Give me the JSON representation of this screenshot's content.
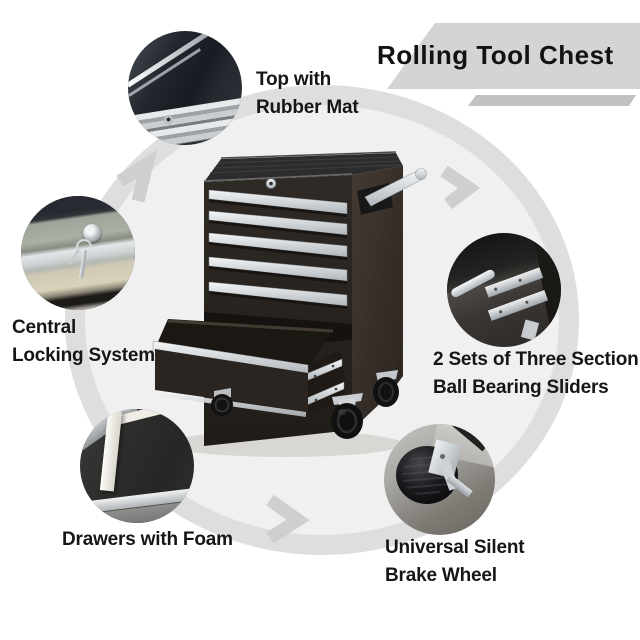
{
  "title": "Rolling Tool Chest",
  "callouts": {
    "top_mat": {
      "line1": "Top with",
      "line2": "Rubber Mat"
    },
    "locking": {
      "line1": "Central",
      "line2": "Locking System"
    },
    "foam": {
      "line1": "Drawers with Foam"
    },
    "sliders": {
      "line1": "2 Sets of Three Section",
      "line2": "Ball Bearing Sliders"
    },
    "wheel": {
      "line1": "Universal Silent",
      "line2": "Brake Wheel"
    }
  },
  "colors": {
    "background": "#ffffff",
    "ring_fill": "#f0f0f0",
    "ring_band": "#dedede",
    "arrow": "#cfcfcf",
    "banner": "#d4d4d4",
    "underline_bar": "#c2c2c2",
    "text": "#161616",
    "cabinet_body": "#272220",
    "metal_silver": "#d9dcdf"
  }
}
